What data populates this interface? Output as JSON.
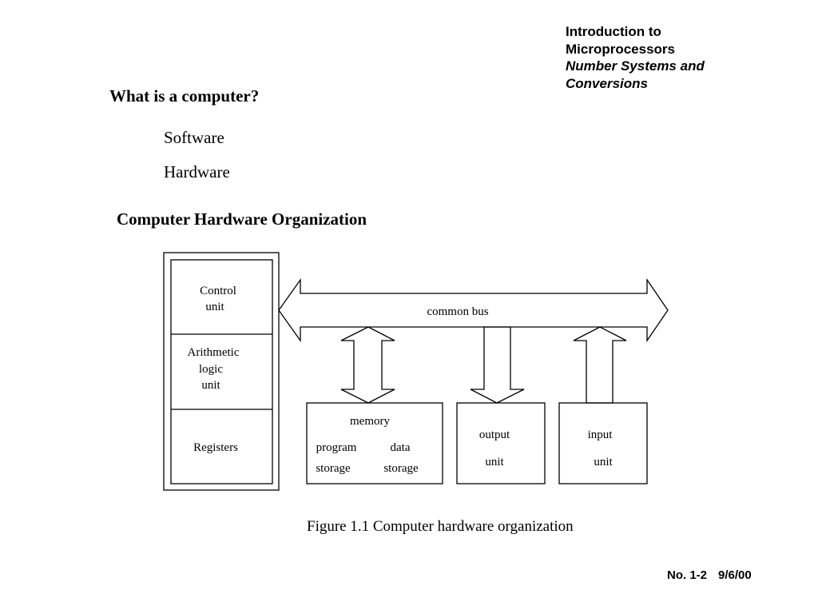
{
  "header": {
    "line1": "Introduction to",
    "line2": "Microprocessors",
    "line3": "Number Systems and",
    "line4": "Conversions"
  },
  "question": "What is a computer?",
  "bullets": [
    "Software",
    "Hardware"
  ],
  "section_title": "Computer Hardware Organization",
  "diagram": {
    "cpu": {
      "control_line1": "Control",
      "control_line2": "unit",
      "alu_line1": "Arithmetic",
      "alu_line2": "logic",
      "alu_line3": "unit",
      "registers": "Registers"
    },
    "bus": "common bus",
    "memory": {
      "title": "memory",
      "program_line1": "program",
      "program_line2": "storage",
      "data_line1": "data",
      "data_line2": "storage"
    },
    "output": {
      "line1": "output",
      "line2": "unit"
    },
    "input": {
      "line1": "input",
      "line2": "unit"
    }
  },
  "caption": "Figure 1.1 Computer hardware organization",
  "footer": {
    "number": "No. 1-2",
    "date": "9/6/00"
  }
}
